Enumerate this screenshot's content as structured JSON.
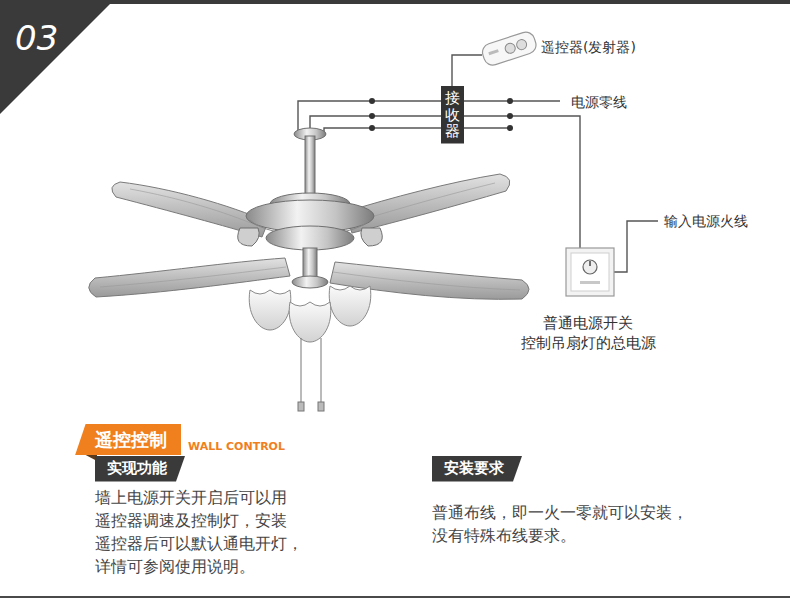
{
  "diagram": {
    "nodes": [
      {
        "text": [
          "03"
        ]
      },
      {
        "text": [
          "接收器"
        ]
      },
      {
        "text": [
          "遥控控制"
        ]
      },
      {
        "text": [
          "实现功能"
        ]
      },
      {
        "text": [
          "安装要求"
        ]
      }
    ],
    "labels": [
      "遥控器(发射器)",
      "电源零线",
      "输入电源火线",
      "普通电源开关 控制吊扇灯的总电源",
      "WALL CONTROL",
      "墙上电源开关开启后可以用 遥控器调速及控制灯，安装 遥控器后可以默认通电开灯， 详情可参阅使用说明。",
      "普通布线，即一火一零就可以安装， 没有特殊布线要求。"
    ]
  }
}
